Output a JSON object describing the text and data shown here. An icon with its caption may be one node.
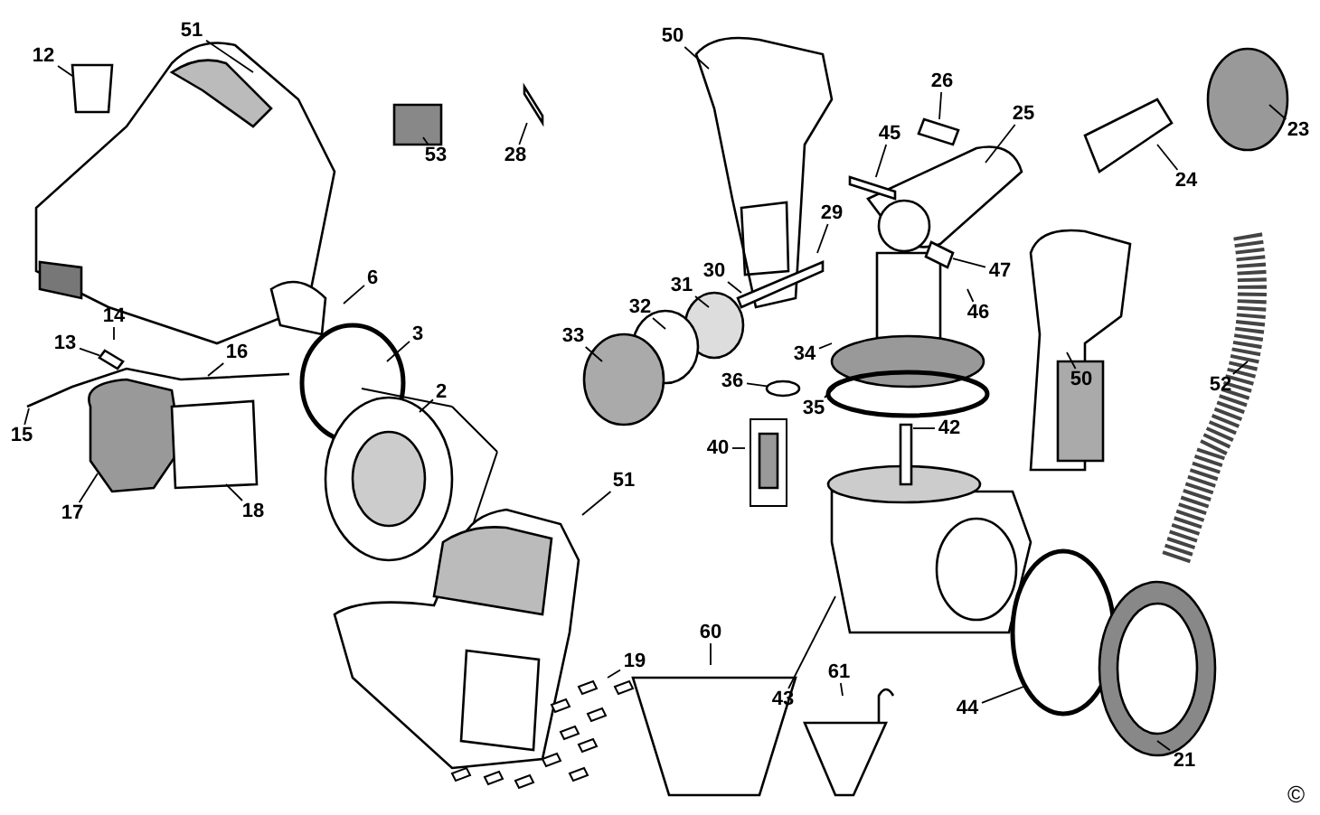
{
  "diagram": {
    "nodes": [
      {
        "text": [
          "51"
        ]
      },
      {
        "text": [
          "12"
        ]
      },
      {
        "text": [
          "50"
        ]
      },
      {
        "text": [
          "26"
        ]
      },
      {
        "text": [
          "25"
        ]
      },
      {
        "text": [
          "23"
        ]
      },
      {
        "text": [
          "45"
        ]
      },
      {
        "text": [
          "53"
        ]
      },
      {
        "text": [
          "28"
        ]
      },
      {
        "text": [
          "24"
        ]
      },
      {
        "text": [
          "29"
        ]
      },
      {
        "text": [
          "47"
        ]
      },
      {
        "text": [
          "30"
        ]
      },
      {
        "text": [
          "6"
        ]
      },
      {
        "text": [
          "31"
        ]
      },
      {
        "text": [
          "32"
        ]
      },
      {
        "text": [
          "46"
        ]
      },
      {
        "text": [
          "14"
        ]
      },
      {
        "text": [
          "13"
        ]
      },
      {
        "text": [
          "33"
        ]
      },
      {
        "text": [
          "3"
        ]
      },
      {
        "text": [
          "16"
        ]
      },
      {
        "text": [
          "34"
        ]
      },
      {
        "text": [
          "50"
        ]
      },
      {
        "text": [
          "36"
        ]
      },
      {
        "text": [
          "52"
        ]
      },
      {
        "text": [
          "2"
        ]
      },
      {
        "text": [
          "35"
        ]
      },
      {
        "text": [
          "42"
        ]
      },
      {
        "text": [
          "15"
        ]
      },
      {
        "text": [
          "40"
        ]
      },
      {
        "text": [
          "51"
        ]
      },
      {
        "text": [
          "17"
        ]
      },
      {
        "text": [
          "18"
        ]
      },
      {
        "text": [
          "60"
        ]
      },
      {
        "text": [
          "19"
        ]
      },
      {
        "text": [
          "61"
        ]
      },
      {
        "text": [
          "43"
        ]
      },
      {
        "text": [
          "44"
        ]
      },
      {
        "text": [
          "21"
        ]
      },
      {
        "text": [],
        "shape": "bar"
      },
      {
        "text": [],
        "shape": "box"
      },
      {
        "text": [],
        "shape": "circle"
      },
      {
        "text": [],
        "shape": "box"
      },
      {
        "text": [],
        "shape": "bar"
      },
      {
        "text": [],
        "shape": "box"
      }
    ],
    "edges": [
      {
        "from": 0,
        "to": null,
        "arrow": "none"
      },
      {
        "from": 1,
        "to": null,
        "arrow": "none"
      },
      {
        "from": 2,
        "to": null,
        "arrow": "none"
      },
      {
        "from": 3,
        "to": 43,
        "arrow": "none"
      },
      {
        "from": 4,
        "to": null,
        "arrow": "none"
      },
      {
        "from": 5,
        "to": null,
        "arrow": "none"
      },
      {
        "from": 6,
        "to": 40,
        "arrow": "none"
      },
      {
        "from": 7,
        "to": null,
        "arrow": "none"
      },
      {
        "from": 8,
        "to": 44,
        "arrow": "none"
      },
      {
        "from": 9,
        "to": null,
        "arrow": "none"
      },
      {
        "from": 10,
        "to": null,
        "arrow": "none"
      },
      {
        "from": 11,
        "to": 45,
        "arrow": "none"
      },
      {
        "from": 12,
        "to": null,
        "arrow": "none"
      },
      {
        "from": 13,
        "to": null,
        "arrow": "none"
      },
      {
        "from": 14,
        "to": null,
        "arrow": "none"
      },
      {
        "from": 15,
        "to": null,
        "arrow": "none"
      },
      {
        "from": 16,
        "to": null,
        "arrow": "none"
      },
      {
        "from": 17,
        "to": null,
        "arrow": "none"
      },
      {
        "from": 18,
        "to": 41,
        "arrow": "none"
      },
      {
        "from": 19,
        "to": null,
        "arrow": "none"
      },
      {
        "from": 20,
        "to": null,
        "arrow": "none"
      },
      {
        "from": 21,
        "to": null,
        "arrow": "none"
      },
      {
        "from": 22,
        "to": null,
        "arrow": "none"
      },
      {
        "from": 23,
        "to": null,
        "arrow": "none"
      },
      {
        "from": 24,
        "to": 42,
        "arrow": "none"
      },
      {
        "from": 25,
        "to": null,
        "arrow": "none"
      },
      {
        "from": 26,
        "to": null,
        "arrow": "none"
      },
      {
        "from": 27,
        "to": null,
        "arrow": "none"
      },
      {
        "from": 28,
        "to": null,
        "arrow": "none"
      },
      {
        "from": 29,
        "to": null,
        "arrow": "none"
      },
      {
        "from": 30,
        "to": null,
        "arrow": "none"
      },
      {
        "from": 31,
        "to": null,
        "arrow": "none"
      },
      {
        "from": 32,
        "to": null,
        "arrow": "none"
      },
      {
        "from": 33,
        "to": null,
        "arrow": "none"
      },
      {
        "from": 34,
        "to": null,
        "arrow": "none"
      },
      {
        "from": 35,
        "to": null,
        "arrow": "none"
      },
      {
        "from": 36,
        "to": null,
        "arrow": "none"
      },
      {
        "from": 37,
        "to": null,
        "arrow": "none"
      },
      {
        "from": 38,
        "to": null,
        "arrow": "none"
      },
      {
        "from": 39,
        "to": null,
        "arrow": "none"
      }
    ],
    "labels": [
      "©"
    ]
  }
}
